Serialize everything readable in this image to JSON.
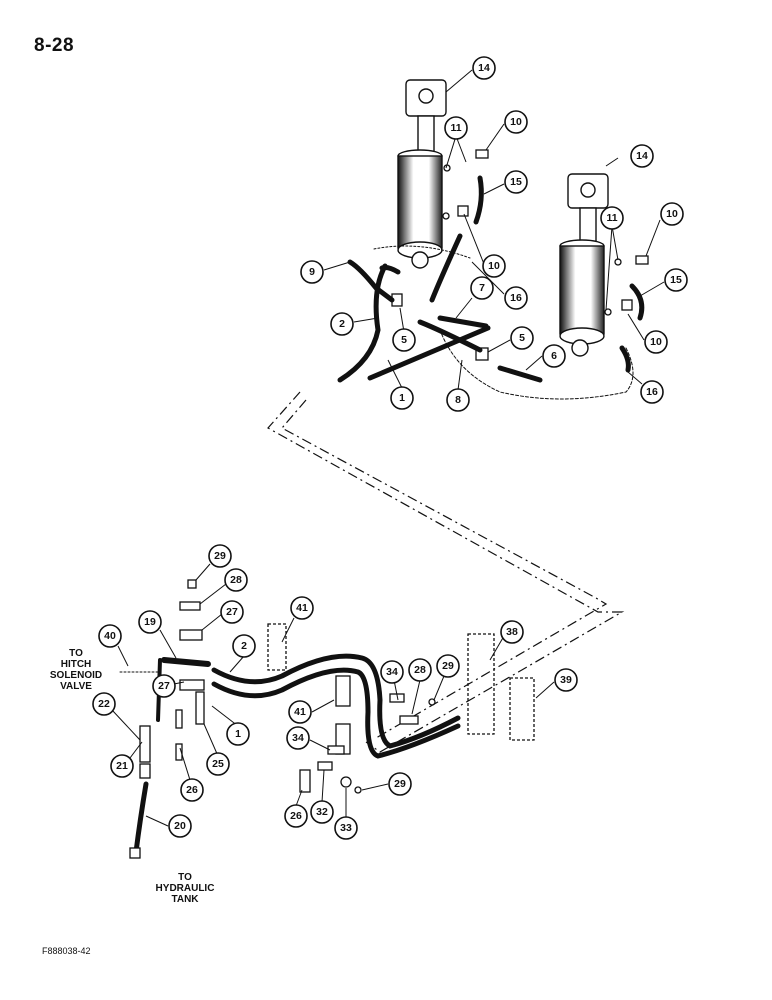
{
  "page_number": "8-28",
  "figure_code": "F888038-42",
  "labels": {
    "hitch": [
      "TO",
      "HITCH",
      "SOLENOID",
      "VALVE"
    ],
    "tank": [
      "TO",
      "HYDRAULIC",
      "TANK"
    ]
  },
  "callouts": [
    "14",
    "11",
    "10",
    "15",
    "14",
    "10",
    "11",
    "10",
    "15",
    "9",
    "16",
    "7",
    "2",
    "5",
    "5",
    "6",
    "10",
    "1",
    "8",
    "16",
    "29",
    "28",
    "27",
    "41",
    "19",
    "2",
    "40",
    "27",
    "34",
    "28",
    "29",
    "38",
    "22",
    "41",
    "39",
    "1",
    "25",
    "34",
    "21",
    "26",
    "29",
    "26",
    "32",
    "33",
    "20"
  ]
}
